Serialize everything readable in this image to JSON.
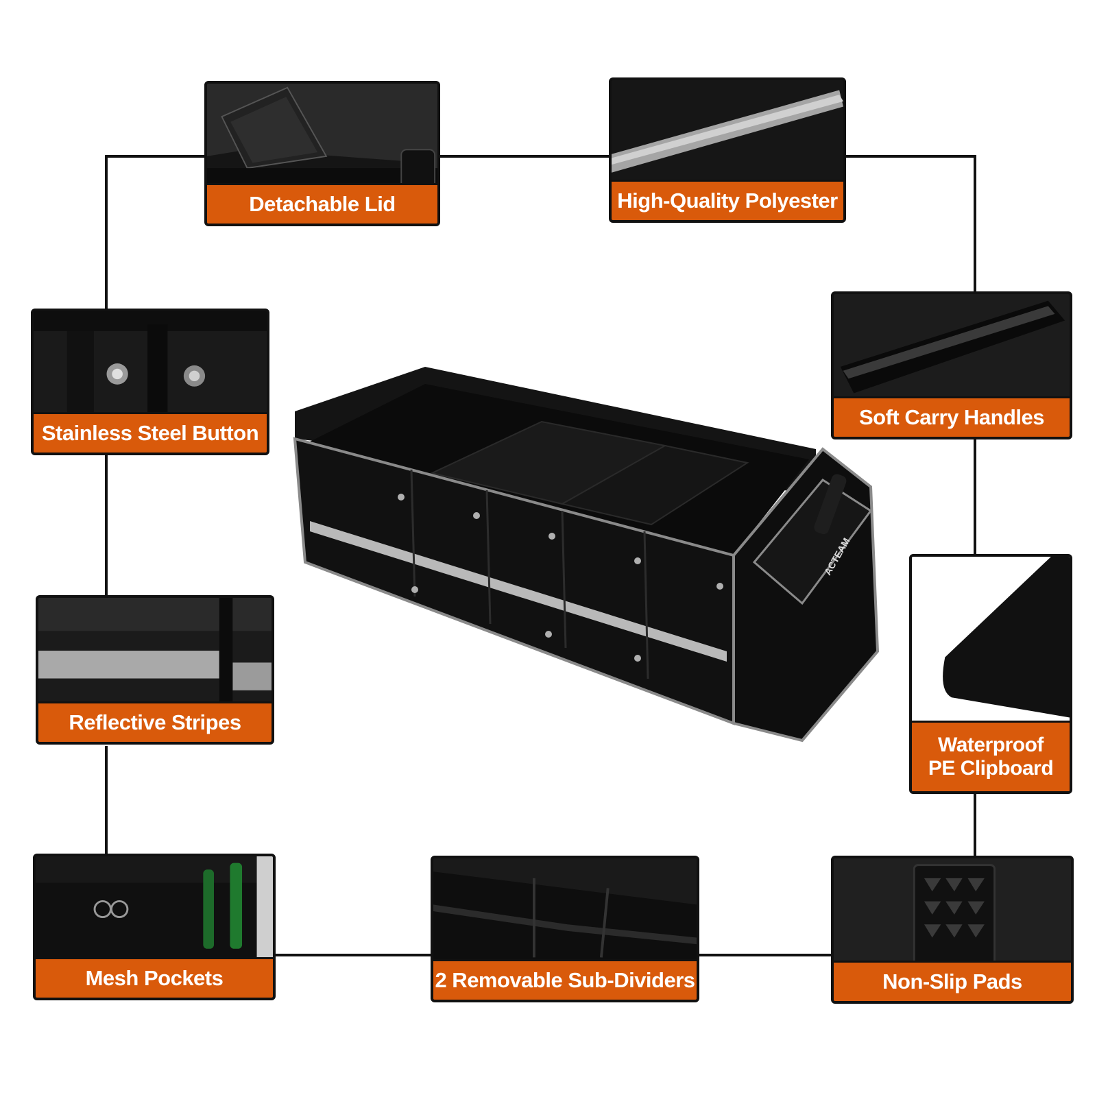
{
  "colors": {
    "accent": "#d95a0b",
    "frame": "#111111",
    "product": "#111111",
    "reflective": "#b9b9b9"
  },
  "brand_on_product": "ACTEAM",
  "features": [
    {
      "id": "detachable-lid",
      "label": "Detachable Lid"
    },
    {
      "id": "high-quality-polyester",
      "label": "High-Quality Polyester"
    },
    {
      "id": "stainless-steel-button",
      "label": "Stainless Steel Button"
    },
    {
      "id": "soft-carry-handles",
      "label": "Soft Carry Handles"
    },
    {
      "id": "reflective-stripes",
      "label": "Reflective Stripes"
    },
    {
      "id": "waterproof-pe-clipboard",
      "label_line1": "Waterproof",
      "label_line2": "PE Clipboard"
    },
    {
      "id": "mesh-pockets",
      "label": "Mesh Pockets"
    },
    {
      "id": "removable-sub-dividers",
      "label": "2 Removable Sub-Dividers"
    },
    {
      "id": "non-slip-pads",
      "label": "Non-Slip Pads"
    }
  ]
}
